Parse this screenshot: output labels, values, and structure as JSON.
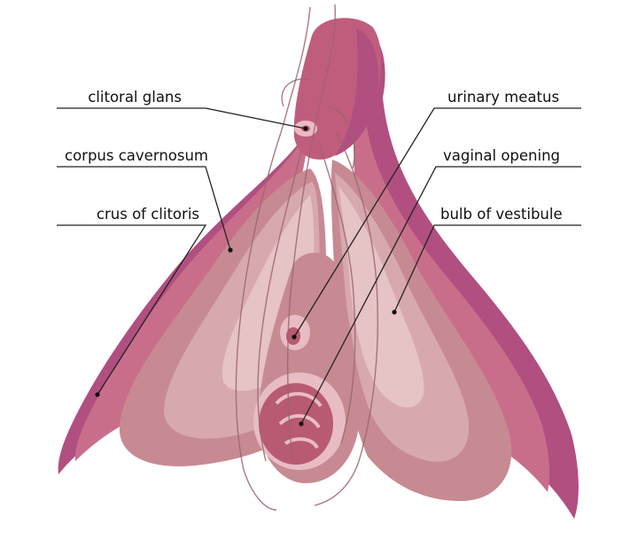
{
  "labels": {
    "clitoral_glans": "clitoral glans",
    "corpus_cavernosum": "corpus cavernosum",
    "crus_of_clitoris": "crus of clitoris",
    "urinary_meatus": "urinary meatus",
    "vaginal_opening": "vaginal opening",
    "bulb_of_vestibule": "bulb of vestibule"
  },
  "colors": {
    "crus_light": "#c96e8a",
    "crus_dark": "#b14f80",
    "bulb_outer": "#c78a92",
    "bulb_mid": "#d7a9ae",
    "bulb_highlight": "#e6c3c5",
    "glans": "#c05d7d",
    "opening_rim": "#e8bcc3",
    "opening_inner": "#b85a72",
    "vein": "#9a6470",
    "text": "#111111"
  }
}
